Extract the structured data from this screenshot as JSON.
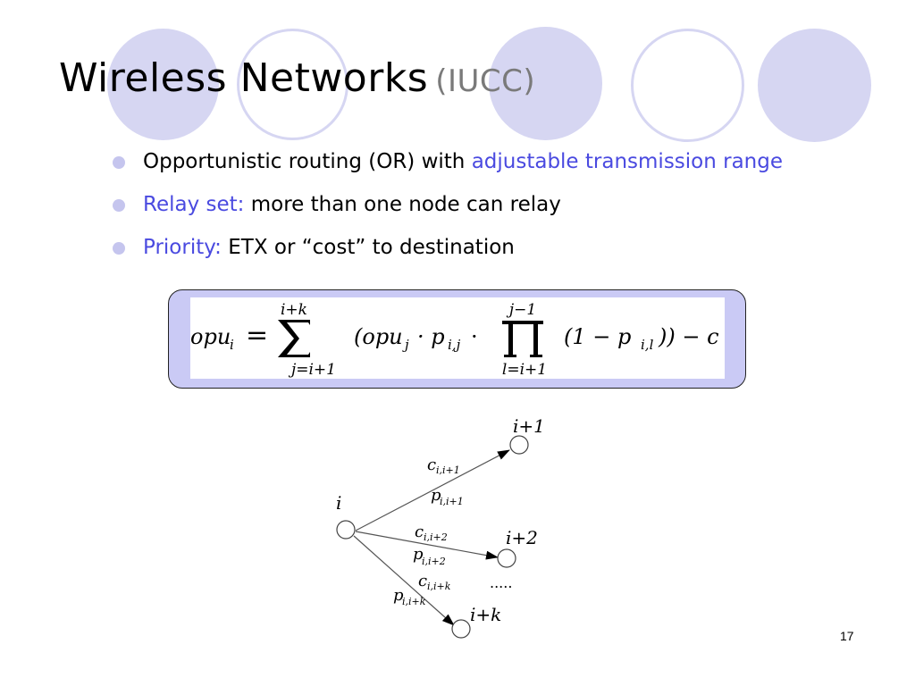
{
  "slide": {
    "title": "Wireless Networks",
    "title_suffix": "(IUCC)",
    "page_number": "17",
    "accent_color": "#4a4ae0",
    "decoration_color": "#d6d6f2"
  },
  "bullets": [
    {
      "text": "Opportunistic routing (OR) with ",
      "highlight": "adjustable transmission range"
    },
    {
      "highlight": "Relay set:",
      "text": " more than one node can relay"
    },
    {
      "highlight": "Priority:",
      "text": " ETX or “cost” to destination"
    }
  ],
  "formula": {
    "lhs": "opu",
    "lhs_sub": "i",
    "equals": "=",
    "sum_upper": "i+k",
    "sum_lower": "j=i+1",
    "term_open": "(opu",
    "term_sub_j": "j",
    "dot1": "· p",
    "p_sub": "i,j",
    "dot2": "·",
    "prod_upper": "j−1",
    "prod_lower": "l=i+1",
    "factor_open": "(1 − p",
    "factor_sub": "i,l",
    "tail": ")) − c"
  },
  "diagram": {
    "nodes": [
      {
        "label": "i"
      },
      {
        "label": "i+1"
      },
      {
        "label": "i+2"
      },
      {
        "label": "i+k"
      }
    ],
    "edges": [
      {
        "cost": "c",
        "cost_sub": "i,i+1",
        "prob": "p",
        "prob_sub": "i,i+1"
      },
      {
        "cost": "c",
        "cost_sub": "i,i+2",
        "prob": "p",
        "prob_sub": "i,i+2"
      },
      {
        "cost": "c",
        "cost_sub": "i,i+k",
        "prob": "p",
        "prob_sub": "i,i+k"
      }
    ],
    "ellipsis": "....."
  }
}
